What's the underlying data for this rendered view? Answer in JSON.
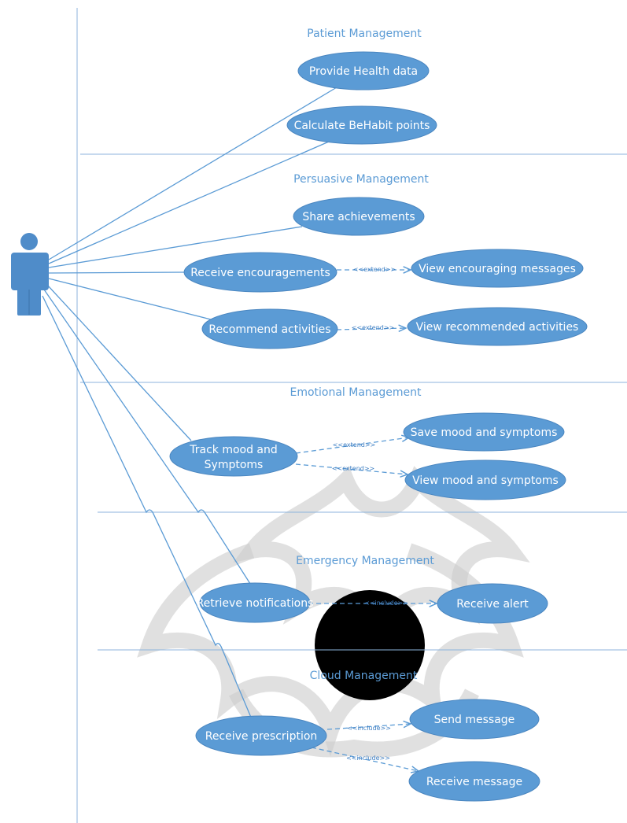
{
  "sections": [
    {
      "id": "patient",
      "title": "Patient Management"
    },
    {
      "id": "persuasive",
      "title": "Persuasive Management"
    },
    {
      "id": "emotional",
      "title": "Emotional Management"
    },
    {
      "id": "emergency",
      "title": "Emergency Management"
    },
    {
      "id": "cloud",
      "title": "Cloud Management"
    }
  ],
  "use_cases": {
    "provide_health_data": [
      "Provide Health data"
    ],
    "calculate_points": [
      "Calculate BeHabit points"
    ],
    "share_achievements": [
      "Share achievements"
    ],
    "receive_encouragements": [
      "Receive encouragements"
    ],
    "view_encouraging_messages": [
      "View encouraging messages"
    ],
    "recommend_activities": [
      "Recommend activities"
    ],
    "view_recommended_activities": [
      "View recommended activities"
    ],
    "track_mood": [
      "Track mood and",
      "Symptoms"
    ],
    "save_mood": [
      "Save mood and symptoms"
    ],
    "view_mood": [
      "View mood and symptoms"
    ],
    "retrieve_notifications": [
      "Retrieve notifications"
    ],
    "receive_alert": [
      "Receive alert"
    ],
    "receive_prescription": [
      "Receive prescription"
    ],
    "send_message": [
      "Send message"
    ],
    "receive_message": [
      "Receive message"
    ]
  },
  "relationships": {
    "extend_label": "<<extend>>",
    "include_label": "<<include>>"
  },
  "colors": {
    "use_case_fill": "#5b9bd5",
    "line": "#5b9bd5",
    "actor": "#4f8cc9",
    "title_text": "#5b9bd5"
  }
}
